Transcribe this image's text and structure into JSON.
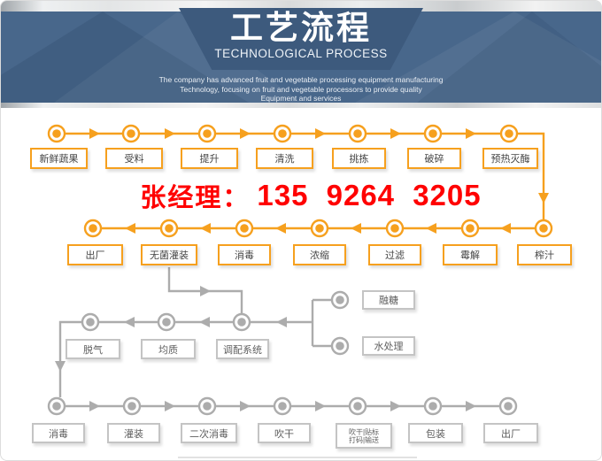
{
  "header": {
    "title": "工艺流程",
    "subtitle": "TECHNOLOGICAL PROCESS",
    "description": [
      "The company has advanced fruit and vegetable processing equipment manufacturing",
      "Technology, focusing on fruit and vegetable processors to provide quality",
      "Equipment and services"
    ]
  },
  "contact": {
    "name_label": "张经理：",
    "phone": "135 9264 3205"
  },
  "flow": {
    "row1": [
      "新鲜蔬果",
      "受料",
      "提升",
      "清洗",
      "挑拣",
      "破碎",
      "预热灭酶"
    ],
    "row2": [
      "出厂",
      "无菌灌装",
      "消毒",
      "浓缩",
      "过滤",
      "霉解",
      "榨汁"
    ],
    "row3": [
      "脱气",
      "均质",
      "调配系统"
    ],
    "branch": [
      "融糖",
      "水处理"
    ],
    "row4": [
      "消毒",
      "灌装",
      "二次消毒",
      "吹干",
      {
        "line1": "吹干|贴标",
        "line2": "打码|输送"
      },
      "包装",
      "出厂"
    ]
  },
  "colors": {
    "orange": "#F6A01E",
    "gray": "#ACACAC",
    "red": "#FF0000",
    "header_band": "#48678B",
    "header_trapezoid": "#3D5A7D"
  }
}
